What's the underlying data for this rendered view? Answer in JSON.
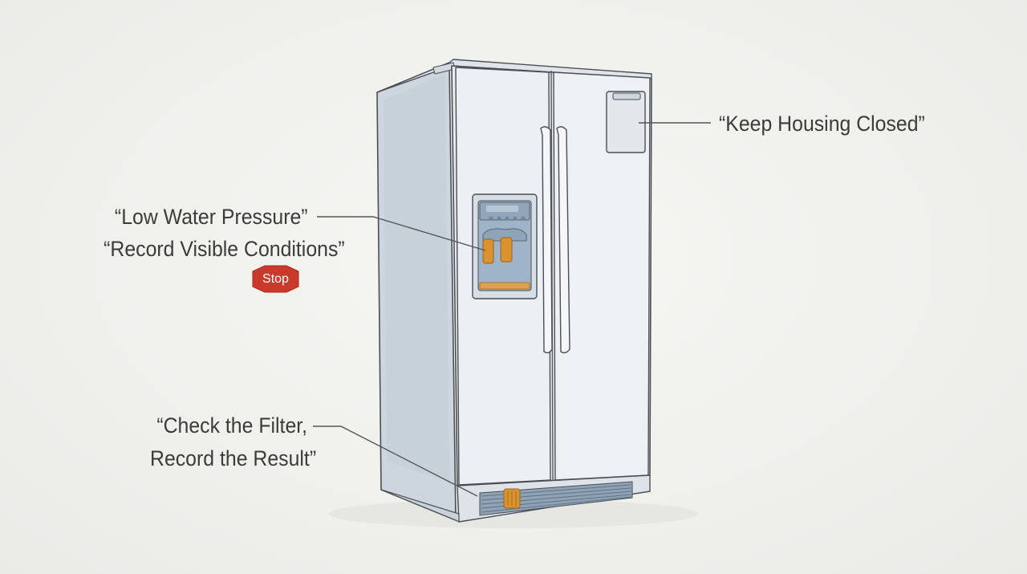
{
  "callouts": {
    "housing": "“Keep Housing Closed”",
    "pressure_line1": "“Low Water Pressure”",
    "pressure_line2": "“Record Visible Conditions”",
    "filter_line1": "“Check the Filter,",
    "filter_line2": "Record the Result”"
  },
  "badge": {
    "stop_label": "Stop",
    "color": "#c93a2c"
  },
  "colors": {
    "background": "#f2f2ee",
    "fridge_body": "#e9edf1",
    "fridge_outline": "#4a4f55",
    "accent_orange": "#d9922f",
    "dispenser_blue": "#9fb4c8",
    "leader_line": "#555555"
  },
  "icons": {
    "appliance": "side-by-side-refrigerator",
    "badge_shape": "stop-sign-octagon"
  }
}
